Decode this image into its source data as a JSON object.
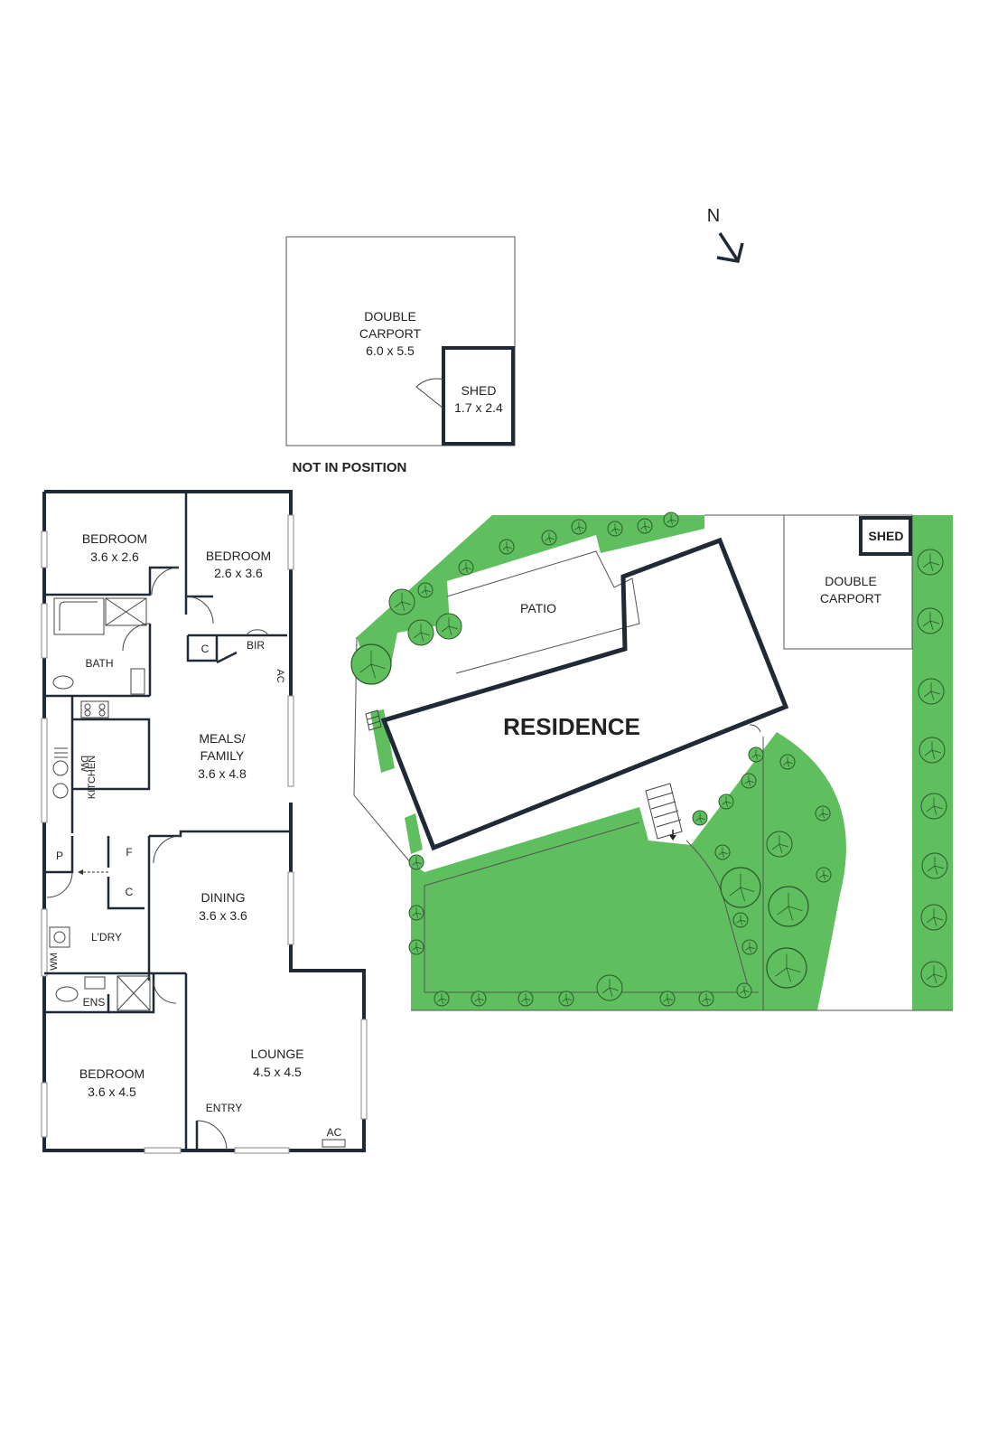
{
  "compass": {
    "label": "N"
  },
  "inset": {
    "carport": {
      "line1": "DOUBLE",
      "line2": "CARPORT",
      "dims": "6.0 x 5.5"
    },
    "shed": {
      "label": "SHED",
      "dims": "1.7 x 2.4"
    },
    "note": "NOT IN POSITION"
  },
  "floorplan": {
    "bedroom1": {
      "label": "BEDROOM",
      "dims": "3.6 x 2.6"
    },
    "bedroom2": {
      "label": "BEDROOM",
      "dims": "2.6 x 3.6"
    },
    "bedroom3": {
      "label": "BEDROOM",
      "dims": "3.6 x 4.5"
    },
    "bath": "BATH",
    "c1": "C",
    "bir": "BIR",
    "ac1": "AC",
    "meals": {
      "line1": "MEALS/",
      "line2": "FAMILY",
      "dims": "3.6 x 4.8"
    },
    "dw": "DW",
    "kitchen": "KITCHEN",
    "p": "P",
    "f": "F",
    "c2": "C",
    "dining": {
      "label": "DINING",
      "dims": "3.6 x 3.6"
    },
    "laundry": "L'DRY",
    "wm": "WM",
    "ens": "ENS",
    "lounge": {
      "label": "LOUNGE",
      "dims": "4.5 x 4.5"
    },
    "entry": "ENTRY",
    "ac2": "AC"
  },
  "siteplan": {
    "patio": "PATIO",
    "residence": "RESIDENCE",
    "shed": "SHED",
    "carport": {
      "line1": "DOUBLE",
      "line2": "CARPORT"
    }
  },
  "colors": {
    "lawn": "#5fbf5f",
    "wall": "#1f2a36",
    "tree_outline": "#2a5a2a"
  }
}
